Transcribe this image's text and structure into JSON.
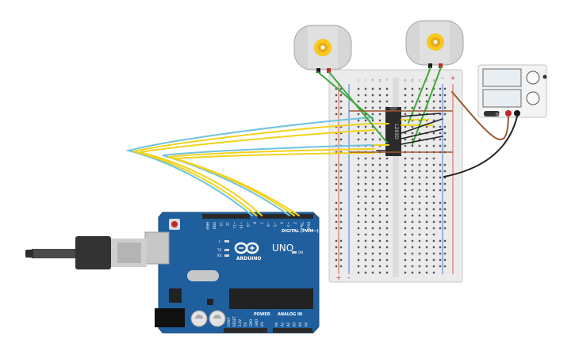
{
  "arduino": {
    "brand_text": "ARDUINO",
    "model_text": "UNO",
    "digital_label": "DIGITAL (PWM~)",
    "power_label": "POWER",
    "analog_label": "ANALOG IN",
    "header_pins": [
      "AREF",
      "GND",
      "13",
      "12",
      "~11",
      "~10",
      "~9",
      "8",
      "7",
      "~6",
      "~5",
      "4",
      "~3",
      "2",
      "TX▸1",
      "RX◂0"
    ],
    "led_labels": [
      "L",
      "TX",
      "RX"
    ],
    "on_label": "ON",
    "power_pins": [
      "IOREF",
      "RESET",
      "3.3V",
      "5V",
      "GND",
      "GND",
      "Vin"
    ],
    "analog_pins": [
      "A0",
      "A1",
      "A2",
      "A3",
      "A4",
      "A5"
    ]
  },
  "chip": {
    "label": "L293D"
  },
  "breadboard": {
    "column_letters_top": [
      "j",
      "i",
      "h",
      "g",
      "f",
      "e",
      "d",
      "c",
      "b",
      "a"
    ],
    "rail_plus": "+",
    "rail_minus": "–"
  },
  "power_supply": {
    "on_label": "ON"
  },
  "colors": {
    "wire_yellow": "#f2d21c",
    "wire_blue": "#6fc3df",
    "wire_green": "#3fa83f",
    "wire_brown": "#9a5a32",
    "wire_black": "#222222",
    "arduino_blue": "#1f5f9e"
  }
}
